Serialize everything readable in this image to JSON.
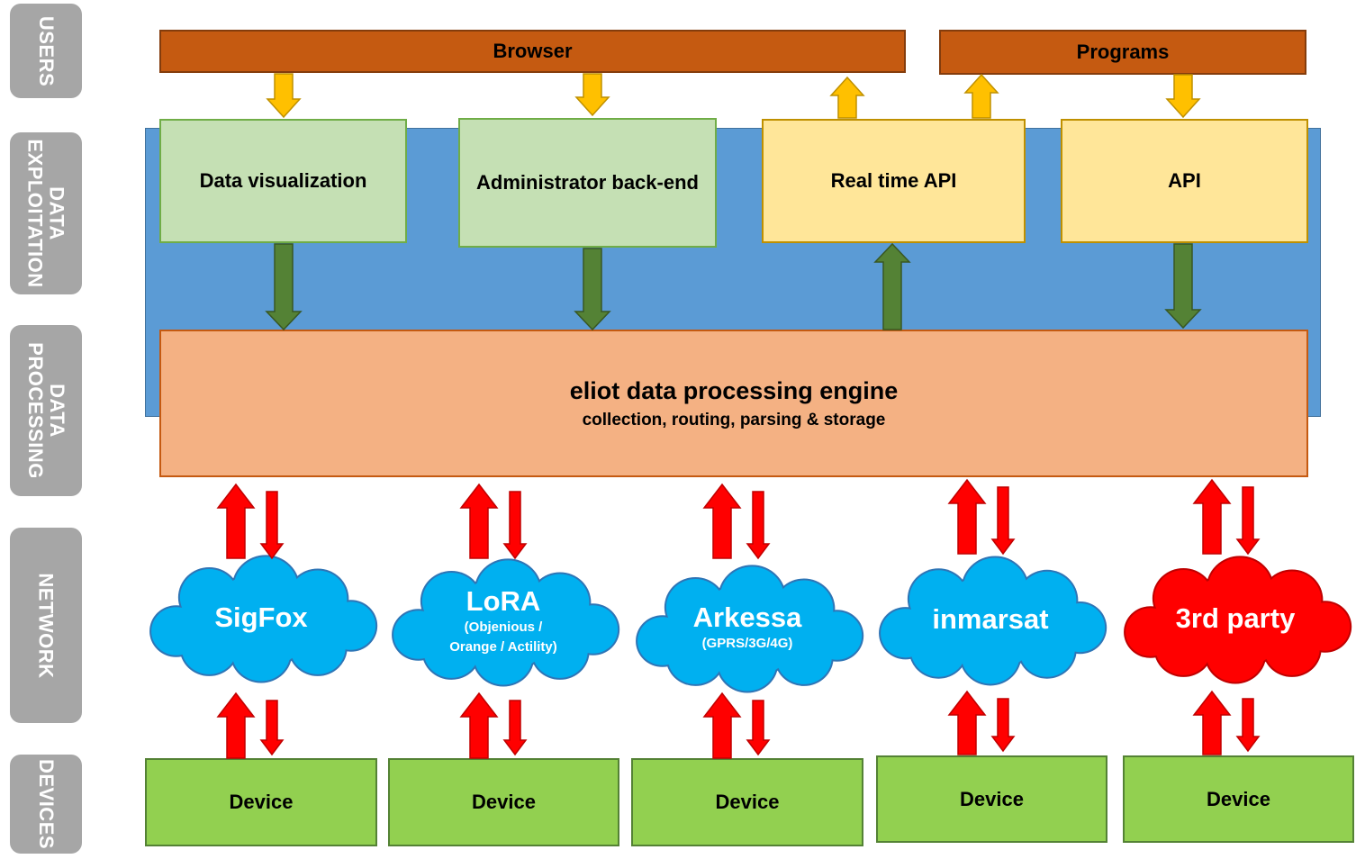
{
  "lanes": {
    "users": "USERS",
    "exploitation": "DATA\nEXPLOITATION",
    "processing": "DATA\nPROCESSING",
    "network": "NETWORK",
    "devices": "DEVICES"
  },
  "users": {
    "browser": "Browser",
    "programs": "Programs"
  },
  "exploitation": {
    "data_visualization": "Data visualization",
    "admin_backend": "Administrator back-end",
    "realtime_api": "Real time API",
    "api": "API"
  },
  "engine": {
    "title": "eliot data processing engine",
    "subtitle": "collection, routing, parsing & storage"
  },
  "networks": [
    {
      "name": "SigFox",
      "sub1": "",
      "sub2": "",
      "color": "#00b0f0"
    },
    {
      "name": "LoRA",
      "sub1": "(Objenious /",
      "sub2": "Orange / Actility)",
      "color": "#00b0f0"
    },
    {
      "name": "Arkessa",
      "sub1": "(GPRS/3G/4G)",
      "sub2": "",
      "color": "#00b0f0"
    },
    {
      "name": "inmarsat",
      "sub1": "",
      "sub2": "",
      "color": "#00b0f0"
    },
    {
      "name": "3rd party",
      "sub1": "",
      "sub2": "",
      "color": "#ff0000"
    }
  ],
  "devices": [
    "Device",
    "Device",
    "Device",
    "Device",
    "Device"
  ],
  "colors": {
    "users_bar": "#c55a11",
    "exploitation_bg": "#5b9bd5",
    "user_arrow": "#ffc000",
    "internal_arrow": "#548235",
    "network_arrow": "#ff0000"
  }
}
